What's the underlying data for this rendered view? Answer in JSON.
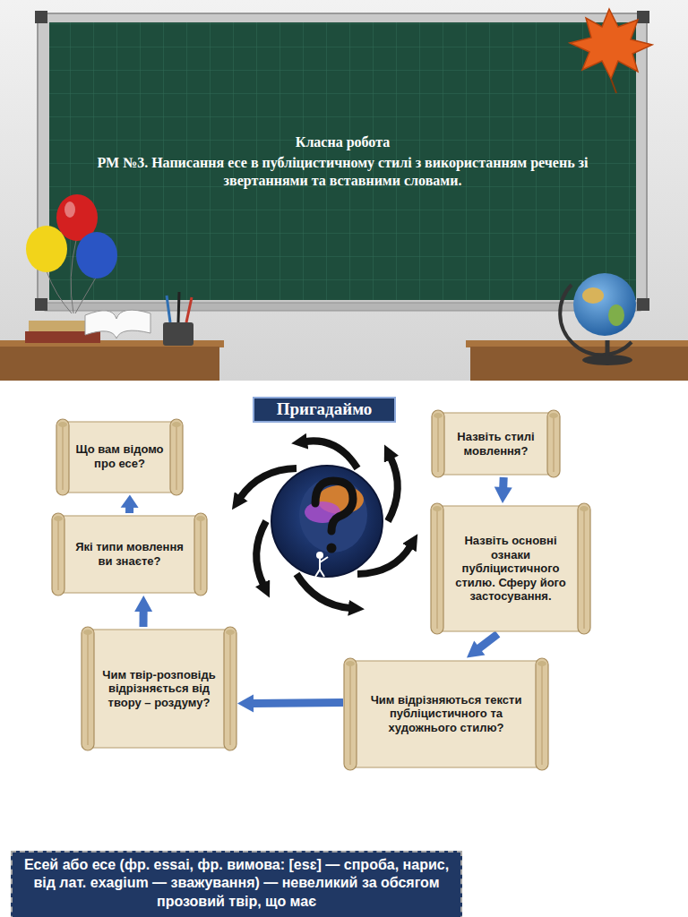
{
  "diagram": {
    "nodes": [
      {
        "text": [
          "Класна робота",
          "РМ №3. Написання есе в публіцистичному стилі з використанням речень зі звертаннями та вставними словами."
        ]
      },
      {
        "text": [
          "Пригадаймо"
        ]
      },
      {
        "text": [
          "Назвіть стилі мовлення?"
        ]
      },
      {
        "text": [
          "Назвіть основні ознаки публіцистичного стилю. Сферу його застосування."
        ]
      },
      {
        "text": [
          "Чим відрізняються тексти публіцистичного та художнього стилю?"
        ]
      },
      {
        "text": [
          "Чим твір-розповідь відрізняється від твору – роздуму?"
        ]
      },
      {
        "text": [
          "Які типи мовлення ви знаєте?"
        ]
      },
      {
        "text": [
          "Що вам відомо про есе?"
        ]
      },
      {
        "text": [
          "Есей або есе (фр. essai, фр. вимова: [esɛ] — спроба, нарис, від лат. exagium — зважування) — невеликий за обсягом прозовий твір, що має"
        ]
      }
    ],
    "edges": [
      {
        "from": 2,
        "to": 3,
        "arrow": "to"
      },
      {
        "from": 3,
        "to": 4,
        "arrow": "to"
      },
      {
        "from": 4,
        "to": 5,
        "arrow": "to"
      },
      {
        "from": 5,
        "to": 6,
        "arrow": "to"
      },
      {
        "from": 6,
        "to": 7,
        "arrow": "to"
      }
    ]
  }
}
